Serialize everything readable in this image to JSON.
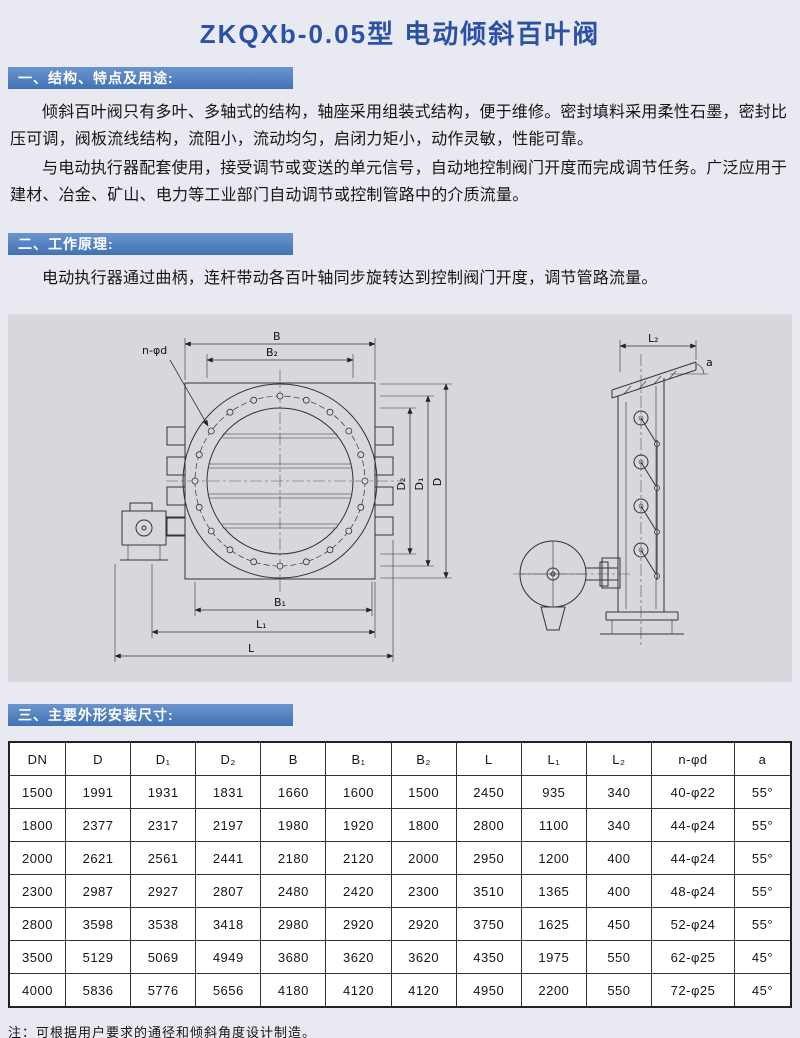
{
  "page": {
    "title": "ZKQXb-0.05型 电动倾斜百叶阀",
    "note": "注：可根据用户要求的通径和倾斜角度设计制造。"
  },
  "sections": {
    "s1": {
      "heading": "一、结构、特点及用途:",
      "p1": "倾斜百叶阀只有多叶、多轴式的结构，轴座采用组装式结构，便于维修。密封填料采用柔性石墨，密封比压可调，阀板流线结构，流阻小，流动均匀，启闭力矩小，动作灵敏，性能可靠。",
      "p2": "与电动执行器配套使用，接受调节或变送的单元信号，自动地控制阀门开度而完成调节任务。广泛应用于建材、冶金、矿山、电力等工业部门自动调节或控制管路中的介质流量。"
    },
    "s2": {
      "heading": "二、工作原理:",
      "p1": "电动执行器通过曲柄，连杆带动各百叶轴同步旋转达到控制阀门开度，调节管路流量。"
    },
    "s3": {
      "heading": "三、主要外形安装尺寸:"
    }
  },
  "drawing": {
    "labels": {
      "b": "B",
      "b1": "B₁",
      "b2": "B₂",
      "d": "D",
      "d1": "D₁",
      "d2": "D₂",
      "l": "L",
      "l1": "L₁",
      "l2": "L₂",
      "n_phi_d": "n-φd",
      "a": "a"
    }
  },
  "table": {
    "headers": [
      "DN",
      "D",
      "D₁",
      "D₂",
      "B",
      "B₁",
      "B₂",
      "L",
      "L₁",
      "L₂",
      "n-φd",
      "a"
    ],
    "rows": [
      [
        "1500",
        "1991",
        "1931",
        "1831",
        "1660",
        "1600",
        "1500",
        "2450",
        "935",
        "340",
        "40-φ22",
        "55°"
      ],
      [
        "1800",
        "2377",
        "2317",
        "2197",
        "1980",
        "1920",
        "1800",
        "2800",
        "1100",
        "340",
        "44-φ24",
        "55°"
      ],
      [
        "2000",
        "2621",
        "2561",
        "2441",
        "2180",
        "2120",
        "2000",
        "2950",
        "1200",
        "400",
        "44-φ24",
        "55°"
      ],
      [
        "2300",
        "2987",
        "2927",
        "2807",
        "2480",
        "2420",
        "2300",
        "3510",
        "1365",
        "400",
        "48-φ24",
        "55°"
      ],
      [
        "2800",
        "3598",
        "3538",
        "3418",
        "2980",
        "2920",
        "2920",
        "3750",
        "1625",
        "450",
        "52-φ24",
        "55°"
      ],
      [
        "3500",
        "5129",
        "5069",
        "4949",
        "3680",
        "3620",
        "3620",
        "4350",
        "1975",
        "550",
        "62-φ25",
        "45°"
      ],
      [
        "4000",
        "5836",
        "5776",
        "5656",
        "4180",
        "4120",
        "4120",
        "4950",
        "2200",
        "550",
        "72-φ25",
        "45°"
      ]
    ]
  }
}
